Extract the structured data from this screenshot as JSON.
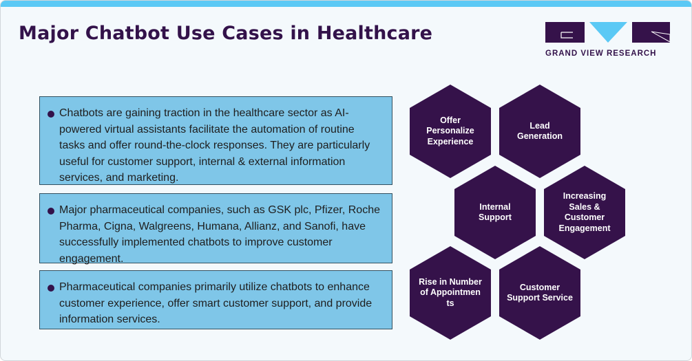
{
  "title": "Major Chatbot Use Cases in Healthcare",
  "logo": {
    "text": "GRAND VIEW RESEARCH"
  },
  "colors": {
    "accent": "#5bc9f5",
    "brand": "#35124a",
    "box": "#7fc6e8"
  },
  "bullets": [
    "Chatbots are gaining traction in the healthcare sector as AI-powered virtual assistants facilitate the automation of routine tasks and offer round-the-clock responses. They are particularly useful for customer support, internal & external information services, and marketing.",
    "Major pharmaceutical companies, such as GSK plc, Pfizer, Roche Pharma, Cigna, Walgreens, Humana, Allianz, and Sanofi, have successfully implemented chatbots to improve customer engagement.",
    "Pharmaceutical companies primarily utilize chatbots to enhance customer experience, offer smart customer support, and provide information services."
  ],
  "use_cases": [
    "Offer Personalize Experience",
    "Lead Generation",
    "Internal Support",
    "Increasing Sales & Customer Engagement",
    "Rise in Number of Appointmen ts",
    "Customer Support Service"
  ]
}
